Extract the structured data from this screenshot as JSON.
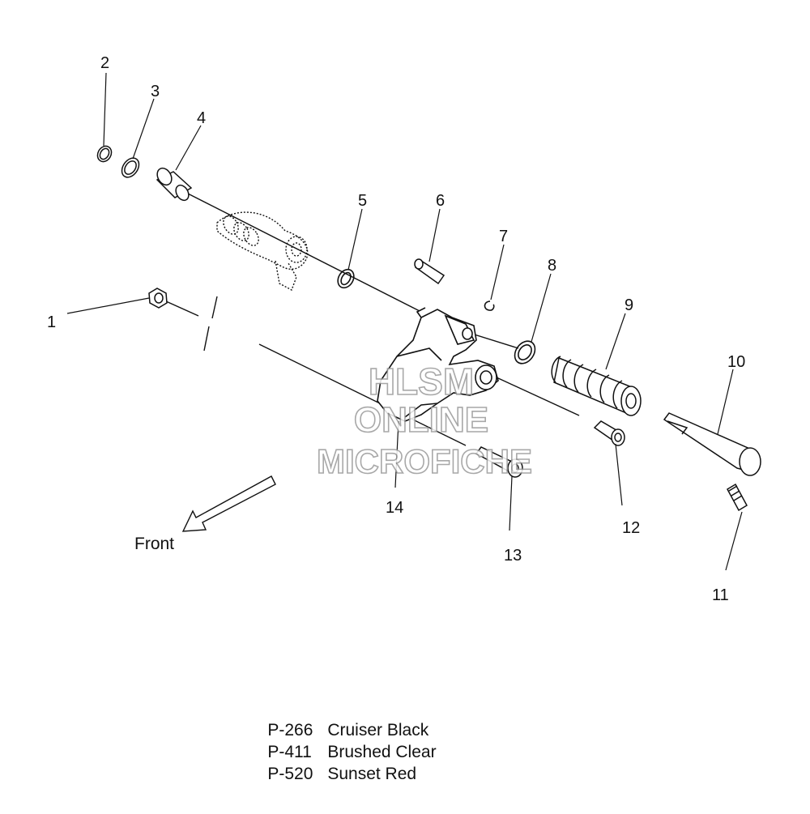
{
  "callouts": [
    "1",
    "2",
    "3",
    "4",
    "5",
    "6",
    "7",
    "8",
    "9",
    "10",
    "11",
    "12",
    "13",
    "14"
  ],
  "direction_label": "Front",
  "watermark": [
    "HLSM",
    "ONLINE",
    "MICROFICHE"
  ],
  "finishes": [
    {
      "code": "P-266",
      "name": "Cruiser Black"
    },
    {
      "code": "P-411",
      "name": "Brushed Clear"
    },
    {
      "code": "P-520",
      "name": "Sunset Red"
    }
  ],
  "colors": {
    "line": "#111111",
    "watermark_outline": "#9a9a9a",
    "background": "#ffffff"
  }
}
